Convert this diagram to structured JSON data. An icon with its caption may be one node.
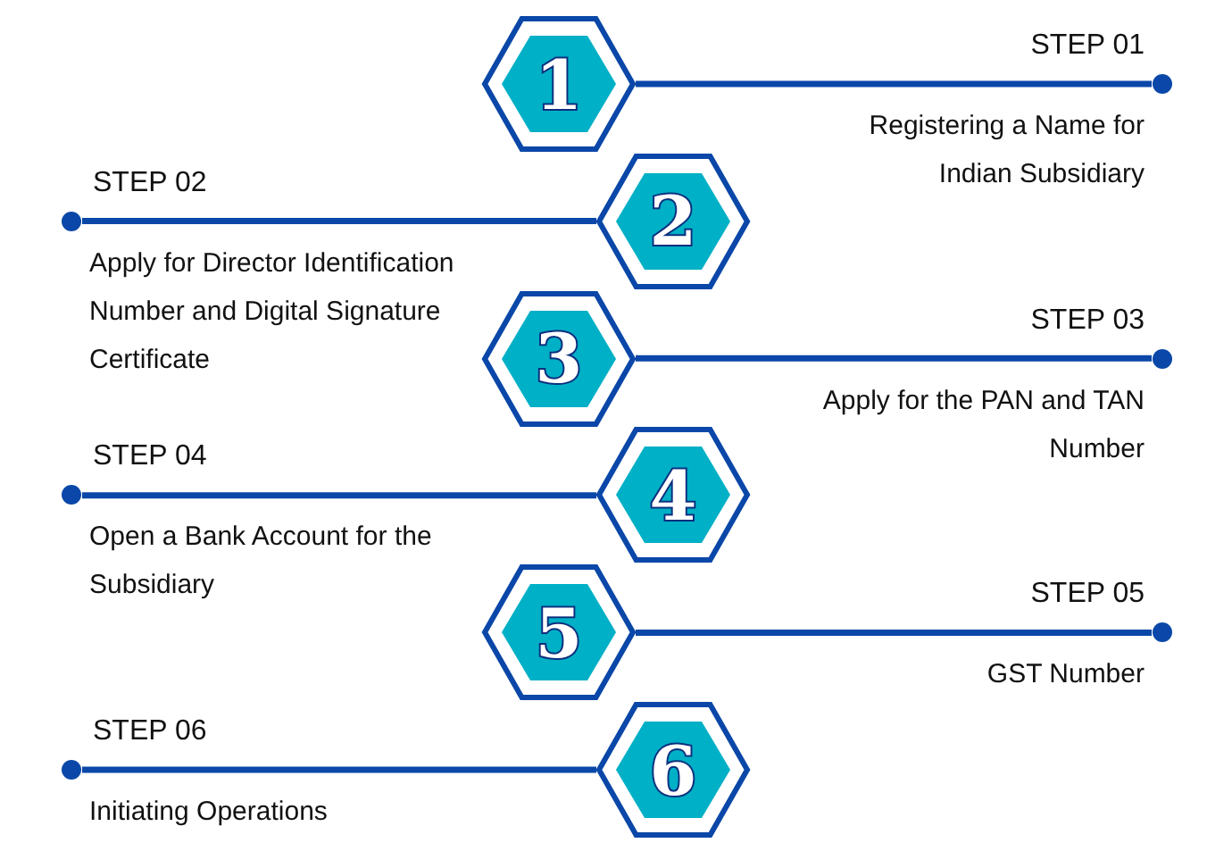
{
  "diagram": {
    "nodes": [
      {
        "text": [
          "1"
        ]
      },
      {
        "text": [
          "2"
        ]
      },
      {
        "text": [
          "3"
        ]
      },
      {
        "text": [
          "4"
        ]
      },
      {
        "text": [
          "5"
        ]
      },
      {
        "text": [
          "6"
        ]
      },
      {
        "text": [],
        "shape": "circle",
        "beside": [
          "STEP  01",
          "Registering a Name for Indian Subsidiary"
        ]
      },
      {
        "text": [],
        "shape": "circle",
        "beside": [
          "STEP 02",
          "Apply for Director Identification Number and Digital Signature Certificate"
        ]
      },
      {
        "text": [],
        "shape": "circle",
        "beside": [
          "STEP 03",
          "Apply for the PAN and TAN Number"
        ]
      },
      {
        "text": [],
        "shape": "circle",
        "beside": [
          "STEP 04",
          "Open a Bank Account for the Subsidiary"
        ]
      },
      {
        "text": [],
        "shape": "circle",
        "beside": [
          "STEP 05",
          "GST Number"
        ]
      },
      {
        "text": [],
        "shape": "circle",
        "beside": [
          "STEP 06",
          "Initiating Operations"
        ]
      }
    ],
    "edges": [
      {
        "from": 0,
        "to": 6,
        "arrow": "none"
      },
      {
        "from": 7,
        "to": 1,
        "arrow": "none"
      },
      {
        "from": 2,
        "to": 8,
        "arrow": "none"
      },
      {
        "from": 9,
        "to": 3,
        "arrow": "none"
      },
      {
        "from": 4,
        "to": 10,
        "arrow": "none"
      },
      {
        "from": 11,
        "to": 5,
        "arrow": "none"
      }
    ]
  }
}
